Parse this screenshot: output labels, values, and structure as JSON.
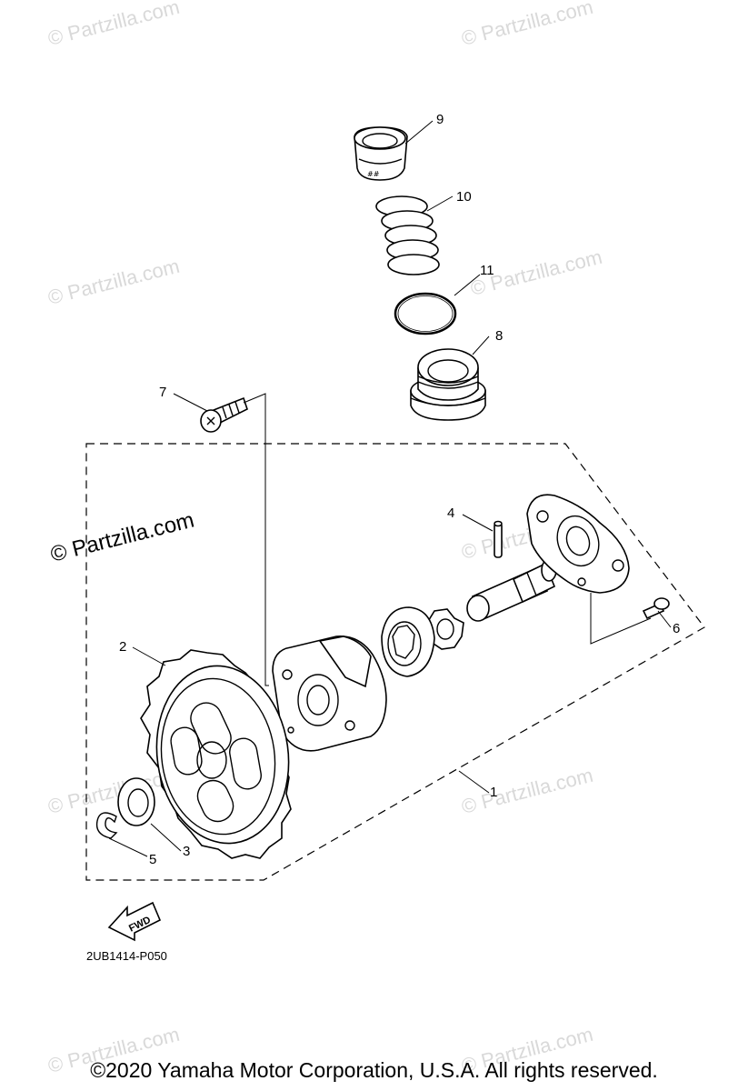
{
  "watermark": {
    "text": "© Partzilla.com"
  },
  "callouts": {
    "c1": "1",
    "c2": "2",
    "c3": "3",
    "c4": "4",
    "c5": "5",
    "c6": "6",
    "c7": "7",
    "c8": "8",
    "c9": "9",
    "c10": "10",
    "c11": "11"
  },
  "fwd_label": "FWD",
  "diagram_code": "2UB1414-P050",
  "copyright": "©2020 Yamaha Motor Corporation, U.S.A. All rights reserved."
}
